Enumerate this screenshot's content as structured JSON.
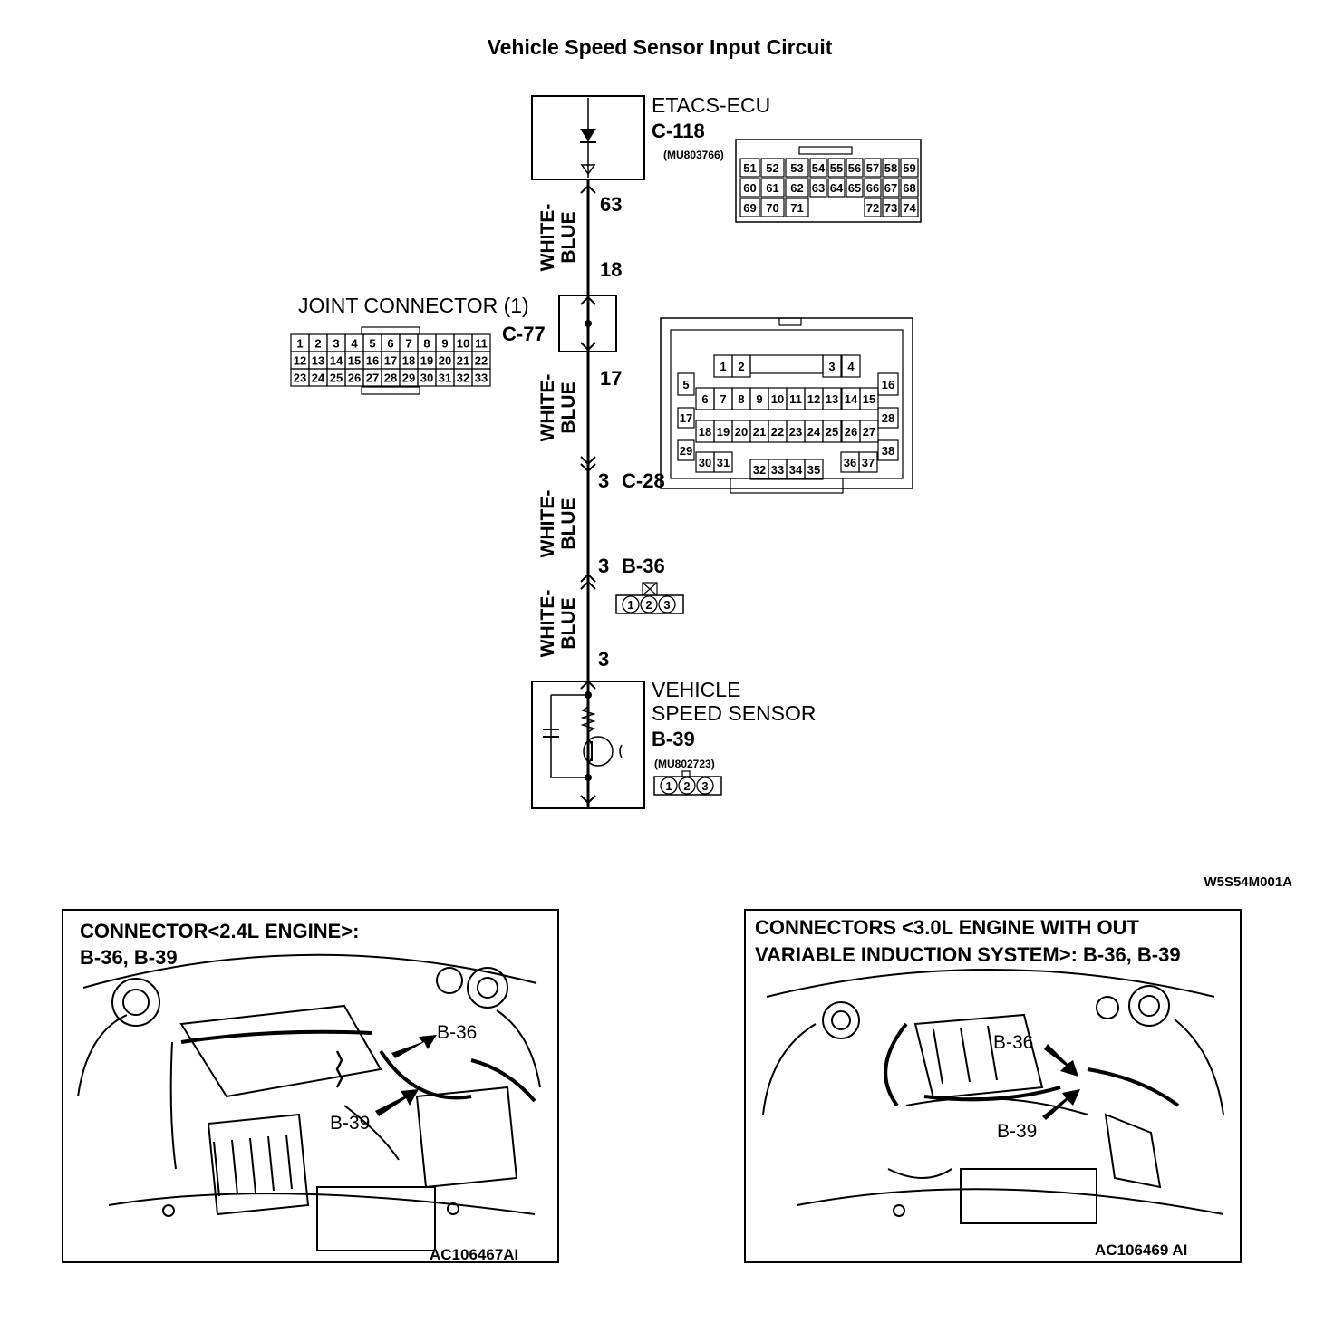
{
  "title": "Vehicle Speed Sensor Input Circuit",
  "figure_id": "W5S54M001A",
  "components": {
    "etacs": {
      "name": "ETACS-ECU",
      "code": "C-118",
      "part": "(MU803766)"
    },
    "joint": {
      "name": "JOINT CONNECTOR (1)",
      "code": "C-77"
    },
    "intermediate": {
      "code": "C-28"
    },
    "sensor_conn": {
      "code": "B-36"
    },
    "sensor": {
      "name_line1": "VEHICLE",
      "name_line2": "SPEED SENSOR",
      "code": "B-39",
      "part": "(MU802723)"
    }
  },
  "wires": [
    {
      "color_line1": "WHITE-",
      "color_line2": "BLUE"
    },
    {
      "color_line1": "WHITE-",
      "color_line2": "BLUE"
    },
    {
      "color_line1": "WHITE-",
      "color_line2": "BLUE"
    },
    {
      "color_line1": "WHITE-",
      "color_line2": "BLUE"
    }
  ],
  "terminals": {
    "etacs_pin": "63",
    "joint_in": "18",
    "joint_out": "17",
    "c28_pin": "3",
    "b36_pin": "3",
    "sensor_pin": "3"
  },
  "c118_pins": [
    [
      "51",
      "52",
      "53",
      "54",
      "55",
      "56",
      "57",
      "58",
      "59"
    ],
    [
      "60",
      "61",
      "62",
      "63",
      "64",
      "65",
      "66",
      "67",
      "68"
    ],
    [
      "69",
      "70",
      "71",
      "",
      "",
      "",
      "72",
      "73",
      "74"
    ]
  ],
  "c77_pins": [
    [
      "1",
      "2",
      "3",
      "4",
      "5",
      "6",
      "7",
      "8",
      "9",
      "10",
      "11"
    ],
    [
      "12",
      "13",
      "14",
      "15",
      "16",
      "17",
      "18",
      "19",
      "20",
      "21",
      "22"
    ],
    [
      "23",
      "24",
      "25",
      "26",
      "27",
      "28",
      "29",
      "30",
      "31",
      "32",
      "33"
    ]
  ],
  "c28_pins": [
    "1",
    "2",
    "3",
    "4",
    "5",
    "6",
    "7",
    "8",
    "9",
    "10",
    "11",
    "12",
    "13",
    "14",
    "15",
    "16",
    "17",
    "18",
    "19",
    "20",
    "21",
    "22",
    "23",
    "24",
    "25",
    "26",
    "27",
    "28",
    "29",
    "30",
    "31",
    "32",
    "33",
    "34",
    "35",
    "36",
    "37",
    "38"
  ],
  "three_pin_labels": [
    "1",
    "2",
    "3"
  ],
  "panels": [
    {
      "title_line1": "CONNECTOR<2.4L ENGINE>:",
      "title_line2": "B-36, B-39",
      "callout_top": "B-36",
      "callout_bottom": "B-39",
      "figure_id": "AC106467AI"
    },
    {
      "title_line1": "CONNECTORS <3.0L ENGINE WITH OUT",
      "title_line2": "VARIABLE INDUCTION SYSTEM>: B-36, B-39",
      "callout_top": "B-36",
      "callout_bottom": "B-39",
      "figure_id": "AC106469 AI"
    }
  ]
}
